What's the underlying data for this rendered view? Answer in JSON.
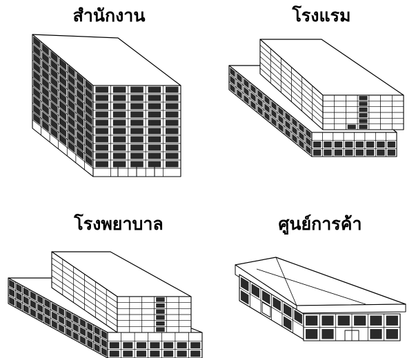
{
  "diagram": {
    "buildings": [
      {
        "id": "office",
        "label": "สำนักงาน"
      },
      {
        "id": "hotel",
        "label": "โรงแรม"
      },
      {
        "id": "hospital",
        "label": "โรงพยาบาล"
      },
      {
        "id": "mall",
        "label": "ศูนย์การค้า"
      }
    ]
  },
  "colors": {
    "line": "#000000",
    "window": "#2a2a2a",
    "background": "#ffffff"
  }
}
